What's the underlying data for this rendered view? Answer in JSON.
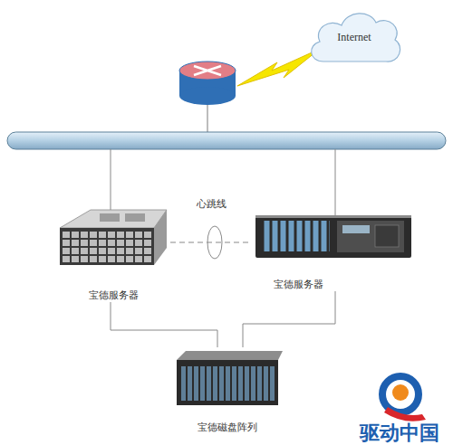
{
  "diagram": {
    "nodes": [
      {
        "text": [
          "Internet"
        ]
      },
      {
        "text": [
          "宝德服务器"
        ]
      },
      {
        "text": [
          "宝德服务器"
        ]
      },
      {
        "text": [
          "宝德磁盘阵列"
        ]
      }
    ],
    "edges": [
      {
        "from": 1,
        "to": 2,
        "label": "心跳线",
        "arrow": "none"
      },
      {
        "from": 1,
        "to": 3,
        "arrow": "none"
      },
      {
        "from": 2,
        "to": 3,
        "arrow": "none"
      }
    ],
    "labels": [
      "驱动中国"
    ]
  }
}
